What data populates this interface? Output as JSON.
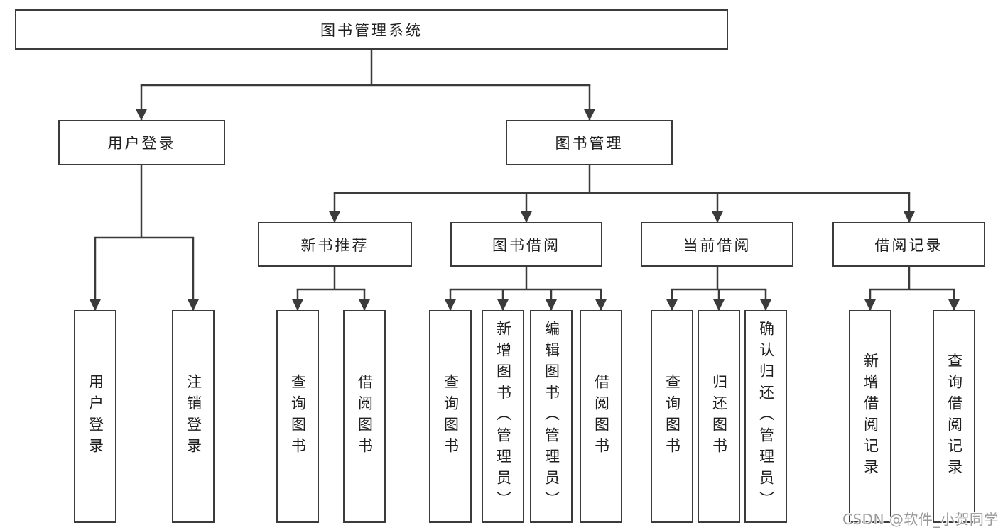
{
  "diagram": {
    "type": "hierarchy-chart",
    "line_color": "#3b3b3b",
    "text_color": "#1f1f1f",
    "background_color": "#ffffff",
    "tree": {
      "label": "图书管理系统",
      "children": [
        {
          "label": "用户登录",
          "children": [
            {
              "label": "用户登录"
            },
            {
              "label": "注销登录"
            }
          ]
        },
        {
          "label": "图书管理",
          "children": [
            {
              "label": "新书推荐",
              "children": [
                {
                  "label": "查询图书"
                },
                {
                  "label": "借阅图书"
                }
              ]
            },
            {
              "label": "图书借阅",
              "children": [
                {
                  "label": "查询图书"
                },
                {
                  "label": "新增图书（管理员）"
                },
                {
                  "label": "编辑图书（管理员）"
                },
                {
                  "label": "借阅图书"
                }
              ]
            },
            {
              "label": "当前借阅",
              "children": [
                {
                  "label": "查询图书"
                },
                {
                  "label": "归还图书"
                },
                {
                  "label": "确认归还（管理员）"
                }
              ]
            },
            {
              "label": "借阅记录",
              "children": [
                {
                  "label": "新增借阅记录"
                },
                {
                  "label": "查询借阅记录"
                }
              ]
            }
          ]
        }
      ]
    },
    "watermark": "CSDN @软件_小贺同学"
  }
}
